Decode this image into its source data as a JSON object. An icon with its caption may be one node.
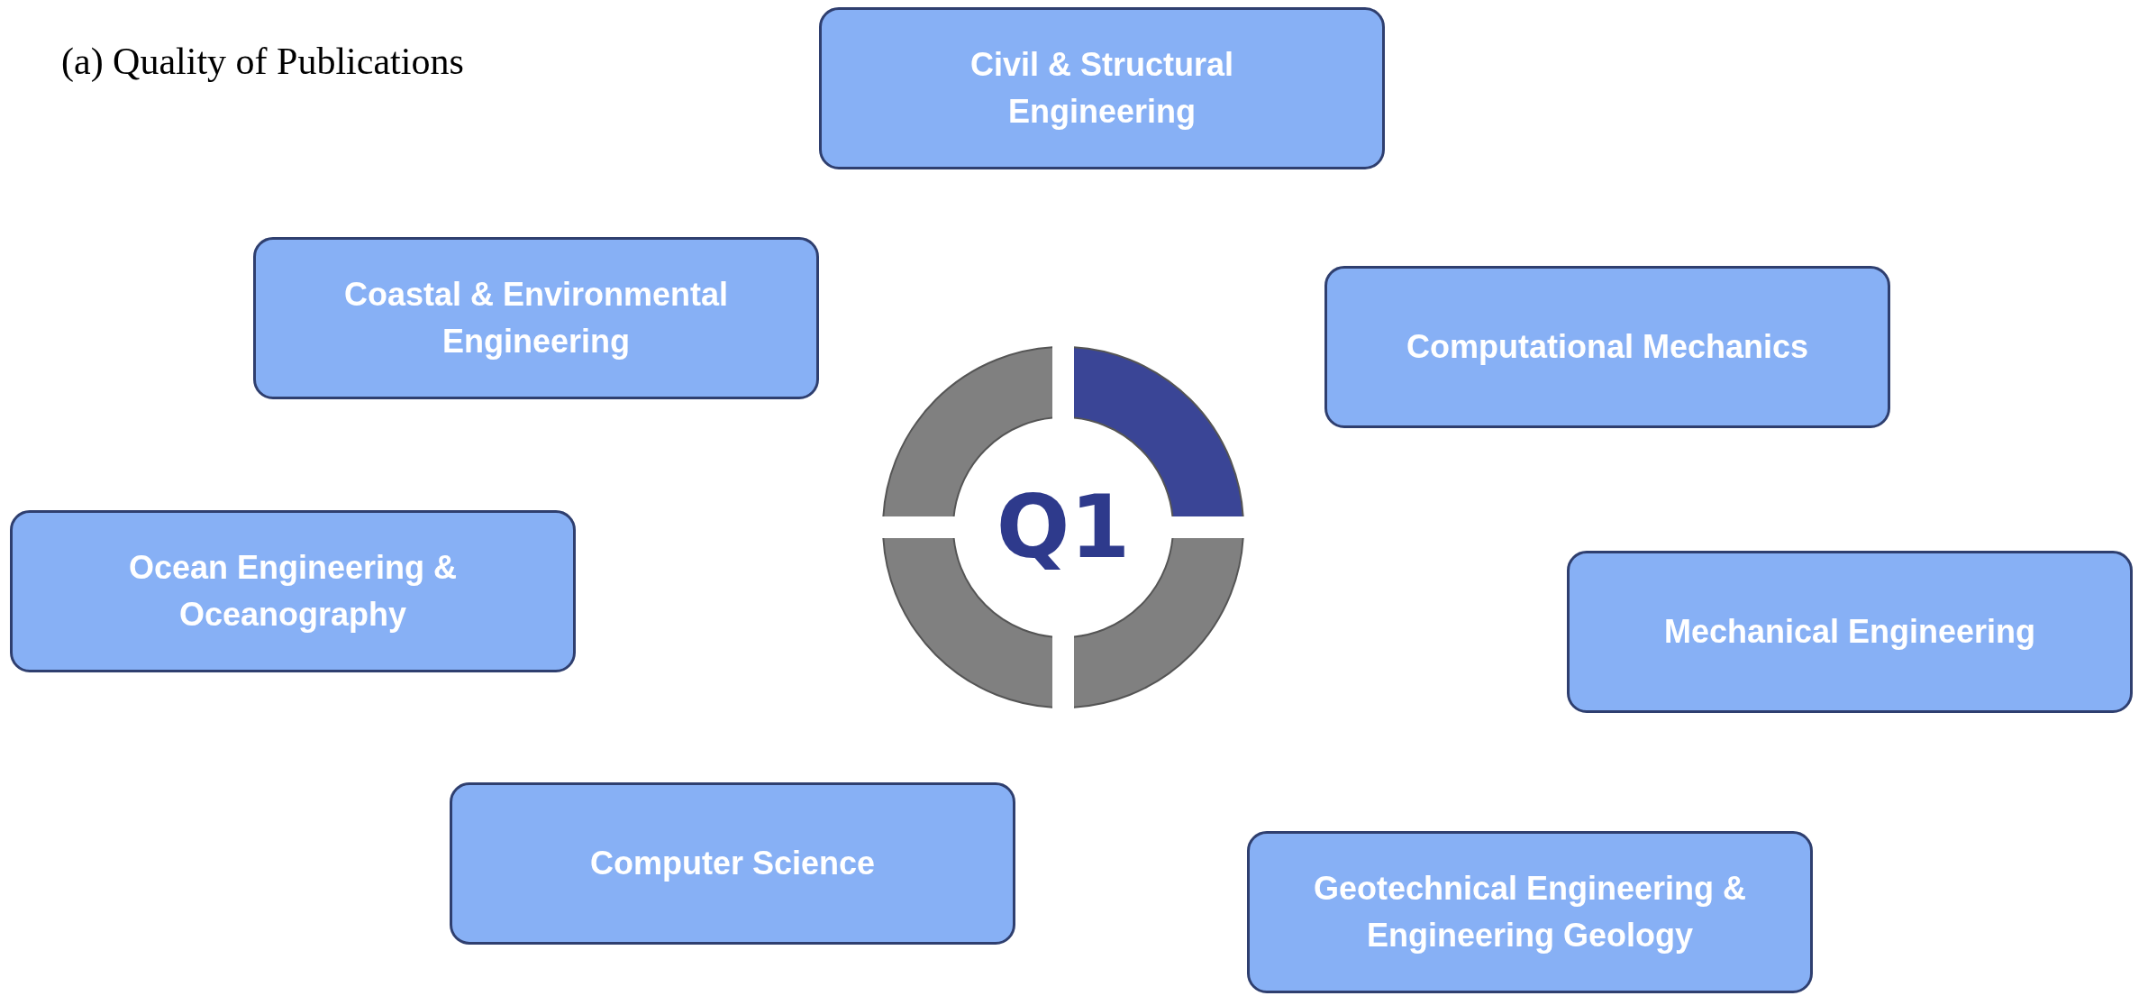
{
  "diagram": {
    "title": "(a) Quality of Publications",
    "nodes": [
      {
        "text": [
          "Civil & Structural Engineering"
        ]
      },
      {
        "text": [
          "Coastal & Environmental Engineering"
        ]
      },
      {
        "text": [
          "Computational Mechanics"
        ]
      },
      {
        "text": [
          "Q1"
        ]
      },
      {
        "text": [
          "Ocean Engineering & Oceanography"
        ]
      },
      {
        "text": [
          "Mechanical Engineering"
        ]
      },
      {
        "text": [
          "Computer Science"
        ]
      },
      {
        "text": [
          "Geotechnical Engineering & Engineering Geology"
        ]
      }
    ]
  }
}
